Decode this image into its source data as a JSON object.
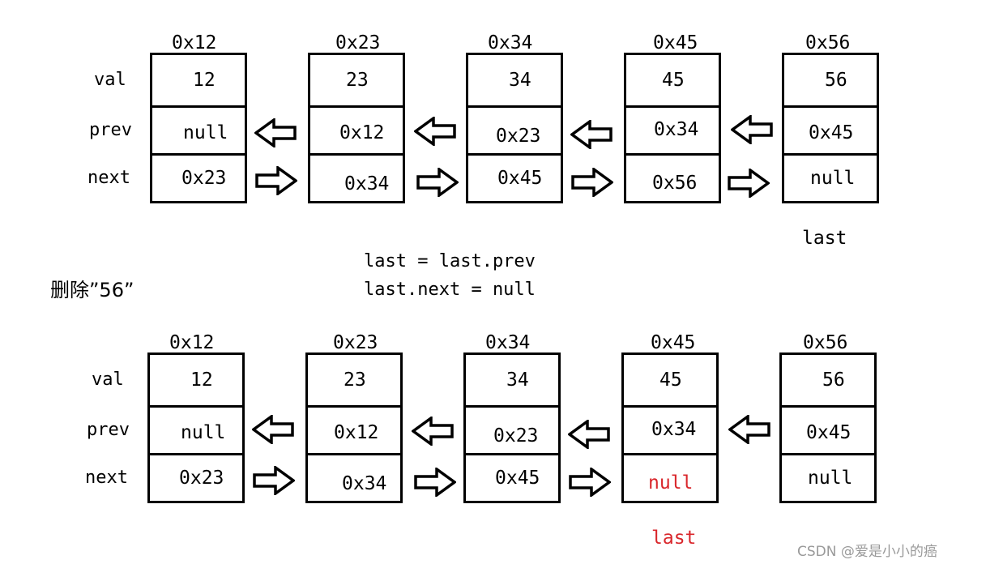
{
  "row_labels": {
    "val": "val",
    "prev": "prev",
    "next": "next"
  },
  "before": {
    "nodes": [
      {
        "addr": "0x12",
        "val": "12",
        "prev": "null",
        "next": "0x23"
      },
      {
        "addr": "0x23",
        "val": "23",
        "prev": "0x12",
        "next": "0x34"
      },
      {
        "addr": "0x34",
        "val": "34",
        "prev": "0x23",
        "next": "0x45"
      },
      {
        "addr": "0x45",
        "val": "45",
        "prev": "0x34",
        "next": "0x56"
      },
      {
        "addr": "0x56",
        "val": "56",
        "prev": "0x45",
        "next": "null"
      }
    ],
    "pointer_label": "last"
  },
  "operation": {
    "title": "删除”56”",
    "line1": "last = last.prev",
    "line2": "last.next = null"
  },
  "after": {
    "nodes": [
      {
        "addr": "0x12",
        "val": "12",
        "prev": "null",
        "next": "0x23"
      },
      {
        "addr": "0x23",
        "val": "23",
        "prev": "0x12",
        "next": "0x34"
      },
      {
        "addr": "0x34",
        "val": "34",
        "prev": "0x23",
        "next": "0x45"
      },
      {
        "addr": "0x45",
        "val": "45",
        "prev": "0x34",
        "next": "null"
      },
      {
        "addr": "0x56",
        "val": "56",
        "prev": "0x45",
        "next": "null"
      }
    ],
    "pointer_label": "last"
  },
  "colors": {
    "highlight": "#d9262b",
    "watermark": "#9a9a9a"
  },
  "watermark": "CSDN @爱是小小的癌"
}
